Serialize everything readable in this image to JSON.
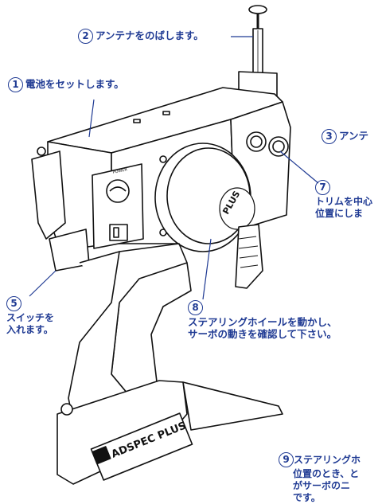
{
  "callouts": {
    "c1": {
      "num": "1",
      "text": "電池をセットします。"
    },
    "c2": {
      "num": "2",
      "text": "アンテナをのばします。"
    },
    "c3": {
      "num": "3",
      "text": "アンテ"
    },
    "c5": {
      "num": "5",
      "line1": "スイッチを",
      "line2": "入れます。"
    },
    "c7": {
      "num": "7",
      "line1": "トリムを中心",
      "line2": "位置にしま"
    },
    "c8": {
      "num": "8",
      "line1": "ステアリングホイールを動かし、",
      "line2": "サーボの動きを確認して下さい。"
    },
    "c9": {
      "num": "9",
      "line1": "ステアリングホ",
      "line2": "位置のとき、と",
      "line3": "がサーボのニ",
      "line4": "です。"
    }
  },
  "device": {
    "brand_panel": "ADSPEC PLUS",
    "wheel_label": "PLUS",
    "switch_label": "POWER"
  },
  "colors": {
    "callout": "#1f3a93",
    "ink": "#111111"
  }
}
